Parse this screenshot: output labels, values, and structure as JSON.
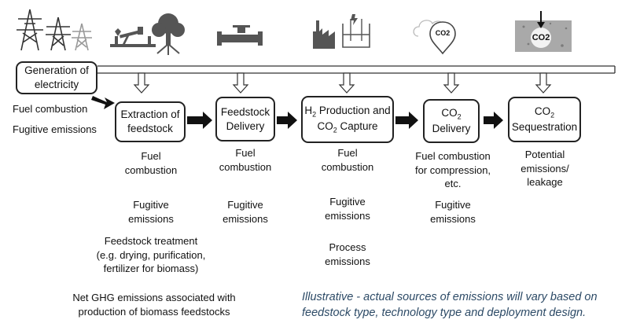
{
  "stages": {
    "generation": {
      "line1": "Generation of",
      "line2": "electricity"
    },
    "extraction": {
      "line1": "Extraction of",
      "line2": "feedstock"
    },
    "delivery": {
      "line1": "Feedstock",
      "line2": "Delivery"
    },
    "h2_production": {
      "h": "H",
      "sub2": "2",
      "production": " Production and",
      "co": "CO",
      "sub2b": "2",
      "capture": " Capture"
    },
    "co2_delivery": {
      "co": "CO",
      "sub": "2",
      "line2": "Delivery"
    },
    "sequestration": {
      "co": "CO",
      "sub": "2",
      "line2": "Sequestration"
    }
  },
  "emissions": {
    "generation": [
      "Fuel combustion",
      "Fugitive emissions"
    ],
    "extraction": [
      "Fuel",
      "combustion",
      "Fugitive",
      "emissions",
      "Feedstock treatment",
      "(e.g. drying, purification,",
      "fertilizer for biomass)"
    ],
    "delivery": [
      "Fuel",
      "combustion",
      "Fugitive",
      "emissions"
    ],
    "h2_production": [
      "Fuel",
      "combustion",
      "Fugitive",
      "emissions",
      "Process",
      "emissions"
    ],
    "co2_delivery": [
      "Fuel combustion",
      "for compression,",
      "etc.",
      "Fugitive",
      "emissions"
    ],
    "sequestration": [
      "Potential",
      "emissions/",
      "leakage"
    ]
  },
  "net_ghg": [
    "Net GHG emissions associated with",
    "production of biomass feedstocks"
  ],
  "footnote": [
    "Illustrative - actual sources of emissions will vary based on",
    "feedstock type, technology type and deployment design."
  ],
  "icons": {
    "co2_pin_label": "CO2",
    "co2_ground_label": "CO2"
  },
  "colors": {
    "note_text": "#2c4a66",
    "icon_gray": "#555555",
    "rock": "#a9a9a9"
  }
}
